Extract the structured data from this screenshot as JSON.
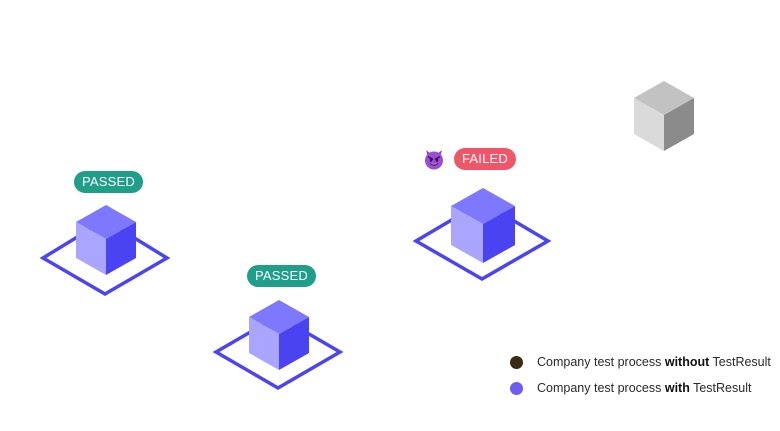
{
  "colors": {
    "accent": "#4b44f5",
    "cube_top": "#7d78ff",
    "cube_left": "#aaa6ff",
    "cube_right": "#4a43f2",
    "gray_top": "#c2c2c2",
    "gray_left": "#dadada",
    "gray_right": "#8b8b8b",
    "passed": "#1f9e8a",
    "failed": "#f0566a",
    "legend_without": "#3d2a14",
    "legend_with": "#6c5cf5"
  },
  "badges": {
    "passed_1": "PASSED",
    "passed_2": "PASSED",
    "failed": "FAILED"
  },
  "icons": {
    "failed_marker": "smiling-devil-emoji"
  },
  "legend": [
    {
      "prefix": "Company test process ",
      "emphasis": "without",
      "suffix": " TestResult",
      "color": "#3d2a14"
    },
    {
      "prefix": "Company test process ",
      "emphasis": "with",
      "suffix": " TestResult",
      "color": "#6c5cf5"
    }
  ]
}
